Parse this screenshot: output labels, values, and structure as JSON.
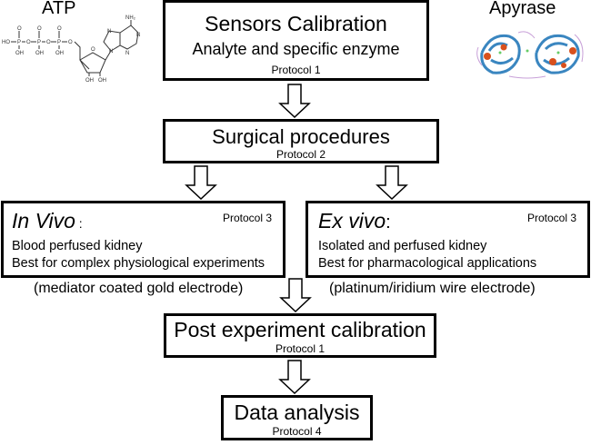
{
  "images": {
    "atp": {
      "label": "ATP",
      "groups": [
        "HO",
        "P",
        "O",
        "OH",
        "N",
        "NH2",
        "OH"
      ]
    },
    "apyrase": {
      "label": "Apyrase"
    }
  },
  "steps": {
    "calibration": {
      "title": "Sensors Calibration",
      "subtitle": "Analyte and specific enzyme",
      "protocol": "Protocol 1"
    },
    "surgical": {
      "title": "Surgical procedures",
      "protocol": "Protocol 2"
    },
    "in_vivo": {
      "title": "In Vivo",
      "title_suffix": " :",
      "protocol": "Protocol 3",
      "line1": "Blood perfused kidney",
      "line2": "Best for complex physiological experiments",
      "electrode": "(mediator coated gold electrode)"
    },
    "ex_vivo": {
      "title": "Ex vivo",
      "title_suffix": ":",
      "protocol": "Protocol 3",
      "line1": "Isolated and perfused kidney",
      "line2": "Best for pharmacological applications",
      "electrode": "(platinum/iridium wire electrode)"
    },
    "post": {
      "title": "Post experiment calibration",
      "protocol": "Protocol 1"
    },
    "analysis": {
      "title": "Data analysis",
      "protocol": "Protocol 4"
    }
  }
}
